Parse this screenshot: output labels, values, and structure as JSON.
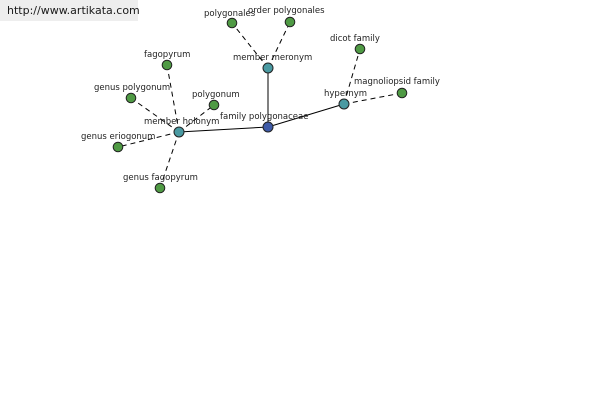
{
  "site": {
    "url": "http://www.artikata.com"
  },
  "colors": {
    "leaf": "#4f9a44",
    "relation": "#4a9aa2",
    "center": "#3f5ba8",
    "edge": "#000000"
  },
  "graph": {
    "nodes": [
      {
        "id": "family_polygonaceae",
        "label": "family polygonaceae",
        "kind": "center"
      },
      {
        "id": "member_holonym",
        "label": "member holonym",
        "kind": "relation"
      },
      {
        "id": "member_meronym",
        "label": "member meronym",
        "kind": "relation"
      },
      {
        "id": "hypernym",
        "label": "hypernym",
        "kind": "relation"
      },
      {
        "id": "polygonales",
        "label": "polygonales",
        "kind": "leaf"
      },
      {
        "id": "order_polygonales",
        "label": "order polygonales",
        "kind": "leaf"
      },
      {
        "id": "dicot_family",
        "label": "dicot family",
        "kind": "leaf"
      },
      {
        "id": "magnoliopsid_family",
        "label": "magnoliopsid family",
        "kind": "leaf"
      },
      {
        "id": "fagopyrum",
        "label": "fagopyrum",
        "kind": "leaf"
      },
      {
        "id": "genus_polygonum",
        "label": "genus polygonum",
        "kind": "leaf"
      },
      {
        "id": "polygonum",
        "label": "polygonum",
        "kind": "leaf"
      },
      {
        "id": "genus_eriogonum",
        "label": "genus eriogonum",
        "kind": "leaf"
      },
      {
        "id": "genus_fagopyrum",
        "label": "genus fagopyrum",
        "kind": "leaf"
      }
    ],
    "edges": [
      {
        "from": "family_polygonaceae",
        "to": "member_holonym",
        "style": "solid"
      },
      {
        "from": "family_polygonaceae",
        "to": "member_meronym",
        "style": "solid"
      },
      {
        "from": "family_polygonaceae",
        "to": "hypernym",
        "style": "solid"
      },
      {
        "from": "member_meronym",
        "to": "polygonales",
        "style": "dashed"
      },
      {
        "from": "member_meronym",
        "to": "order_polygonales",
        "style": "dashed"
      },
      {
        "from": "hypernym",
        "to": "dicot_family",
        "style": "dashed"
      },
      {
        "from": "hypernym",
        "to": "magnoliopsid_family",
        "style": "dashed"
      },
      {
        "from": "member_holonym",
        "to": "fagopyrum",
        "style": "dashed"
      },
      {
        "from": "member_holonym",
        "to": "genus_polygonum",
        "style": "dashed"
      },
      {
        "from": "member_holonym",
        "to": "polygonum",
        "style": "dashed"
      },
      {
        "from": "member_holonym",
        "to": "genus_eriogonum",
        "style": "dashed"
      },
      {
        "from": "member_holonym",
        "to": "genus_fagopyrum",
        "style": "dashed"
      }
    ]
  }
}
